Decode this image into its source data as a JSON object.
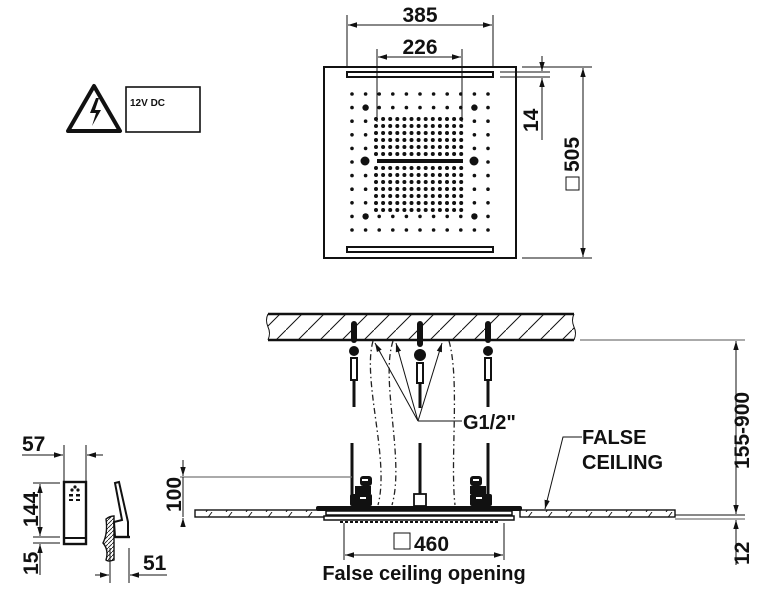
{
  "drawing": {
    "warning": {
      "icon": "high-voltage-warning-icon",
      "voltage_label": "12V DC"
    },
    "top_view": {
      "dim_width_outer": "385",
      "dim_width_inner": "226",
      "dim_edge_offset": "14",
      "dim_size_square_symbol": "□",
      "dim_size": "505"
    },
    "side_view": {
      "connection_label": "G1/2\"",
      "false_ceiling_label_line1": "FALSE",
      "false_ceiling_label_line2": "CEILING",
      "dim_height_range": "155-900",
      "dim_thickness": "12",
      "dim_depth": "100",
      "dim_opening_square_symbol": "□",
      "dim_opening": "460",
      "opening_caption": "False ceiling opening"
    },
    "control_unit": {
      "dim_width": "57",
      "dim_height": "144",
      "dim_base": "15",
      "dim_projection": "51"
    }
  }
}
